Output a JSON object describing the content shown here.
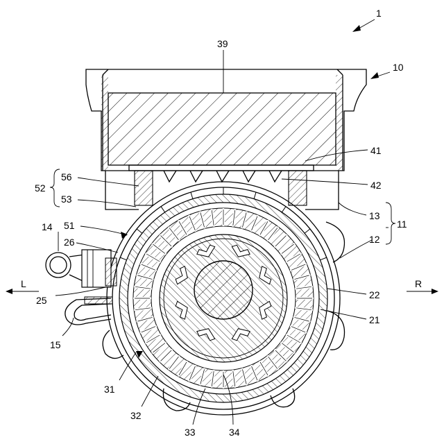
{
  "figure": {
    "labels": {
      "l1": "1",
      "l10": "10",
      "l39": "39",
      "l41": "41",
      "l42": "42",
      "l56": "56",
      "l52": "52",
      "l53": "53",
      "l13": "13",
      "l11": "11",
      "l12": "12",
      "l14": "14",
      "l51": "51",
      "l26": "26",
      "l22": "22",
      "l21": "21",
      "l25": "25",
      "l15": "15",
      "l31": "31",
      "l32": "32",
      "l33": "33",
      "l34": "34",
      "dirL": "L",
      "dirR": "R"
    }
  }
}
